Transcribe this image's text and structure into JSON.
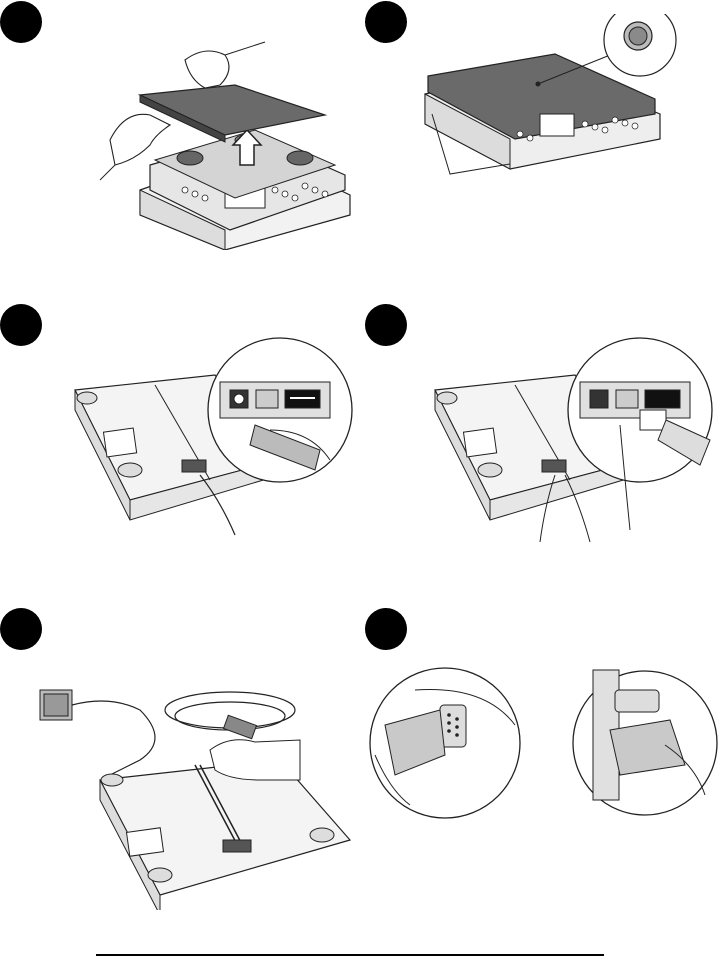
{
  "page": {
    "steps": [
      {
        "number": "",
        "icon": "lift-cover-illustration"
      },
      {
        "number": "",
        "icon": "level-bubble-illustration"
      },
      {
        "number": "",
        "icon": "connect-power-illustration"
      },
      {
        "number": "",
        "icon": "connect-phone-cable-illustration"
      },
      {
        "number": "",
        "icon": "route-cables-illustration"
      },
      {
        "number": "",
        "icon": "serial-connector-illustration"
      }
    ]
  },
  "colors": {
    "line": "#222222",
    "light_fill": "#f2f2f2",
    "mid_fill": "#c9c9c9",
    "dark_fill": "#6a6a6a",
    "badge": "#000000"
  }
}
